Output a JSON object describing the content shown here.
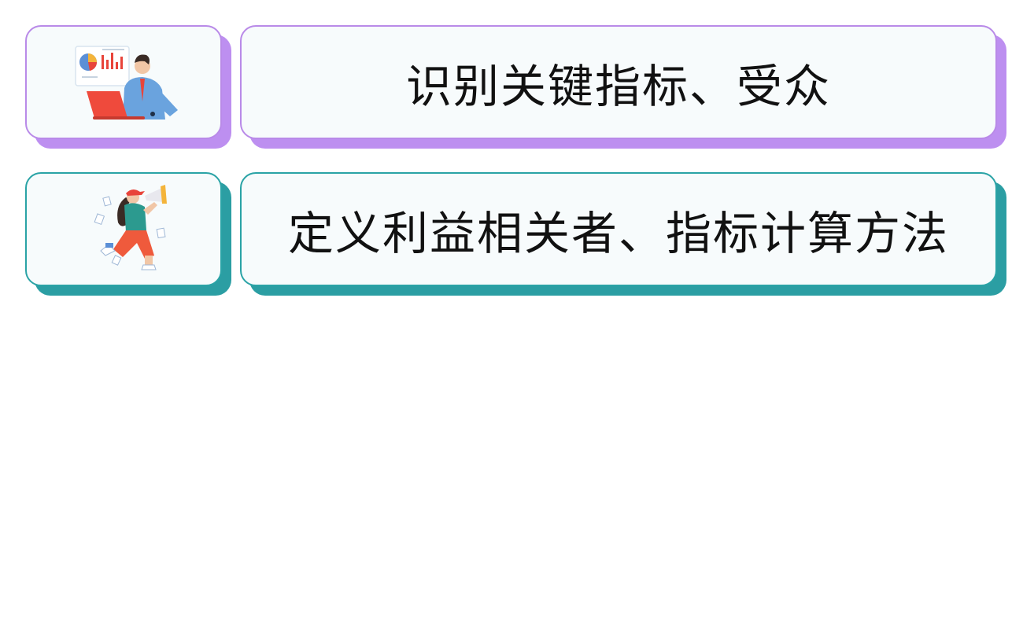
{
  "items": [
    {
      "label": "识别关键指标、受众",
      "illustration": "analyst-laptop-chart-illustration",
      "accent": "#bd8ff0"
    },
    {
      "label": "定义利益相关者、指标计算方法",
      "illustration": "woman-megaphone-running-illustration",
      "accent": "#2b9ea3"
    }
  ]
}
